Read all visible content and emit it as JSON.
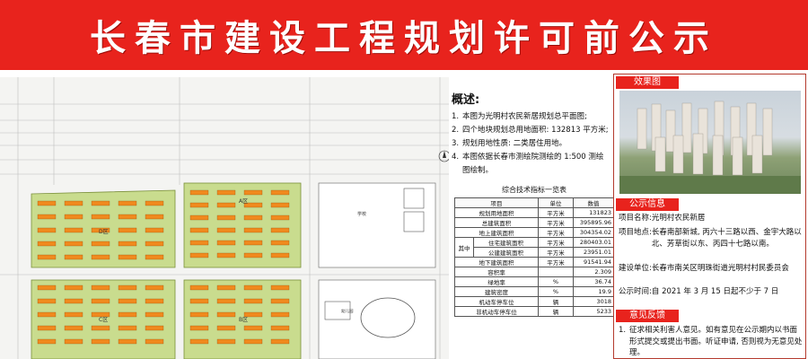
{
  "header": {
    "title": "长春市建设工程规划许可前公示"
  },
  "plan": {
    "labels": {
      "a1": "A区",
      "b1": "B区",
      "c1": "C区",
      "d1": "D区",
      "school": "学校",
      "kindergarten": "幼儿园"
    }
  },
  "overview": {
    "title": "概述:",
    "items": [
      {
        "num": "1.",
        "text": "本图为光明村农民新居规划总平面图;"
      },
      {
        "num": "2.",
        "text": "四个地块规划总用地面积: 132813 平方米;"
      },
      {
        "num": "3.",
        "text": "规划用地性质: 二类居住用地。"
      },
      {
        "num": "4.",
        "text": "本图依据长春市测绘院测绘的 1:500 测绘"
      }
    ],
    "item4_cont": "图绘制。"
  },
  "indicators": {
    "title": "综合技术指标一览表",
    "headers": [
      "项目",
      "单位",
      "数值"
    ],
    "rows": [
      {
        "name": "规划用地面积",
        "unit": "平方米",
        "value": "131823"
      },
      {
        "name": "总建筑面积",
        "unit": "平方米",
        "value": "395895.96"
      },
      {
        "name": "地上建筑面积",
        "unit": "平方米",
        "value": "304354.02"
      },
      {
        "group": "其中",
        "name": "住宅建筑面积",
        "unit": "平方米",
        "value": "280403.01"
      },
      {
        "name": "公建建筑面积",
        "unit": "平方米",
        "value": "23951.01"
      },
      {
        "name": "地下建筑面积",
        "unit": "平方米",
        "value": "91541.94"
      },
      {
        "name": "容积率",
        "unit": "",
        "value": "2.309"
      },
      {
        "name": "绿地率",
        "unit": "%",
        "value": "36.74"
      },
      {
        "name": "建筑密度",
        "unit": "%",
        "value": "19.9"
      },
      {
        "name": "机动车停车位",
        "unit": "辆",
        "value": "3018"
      },
      {
        "name": "非机动车停车位",
        "unit": "辆",
        "value": "5233"
      }
    ]
  },
  "panel": {
    "render_head": "效果图",
    "info_head": "公示信息",
    "info": [
      {
        "label": "项目名称:",
        "value": "光明村农民新居"
      },
      {
        "label": "项目地点:",
        "value": "长春南部新城, 丙六十三路以西、金宇大路以北、芳草街以东、丙四十七路以南。"
      },
      {
        "label": "建设单位:",
        "value": "长春市南关区明珠街道光明村村民委员会"
      },
      {
        "label": "公示时间:",
        "value": "自 2021 年 3 月 15 日起不少于 7 日"
      }
    ],
    "feedback_head": "意见反馈",
    "feedback": [
      {
        "num": "1.",
        "text": "征求相关利害人意见。如有意见在公示期内以书面形式提交或提出书面。听证申请, 否则视为无意见处理。"
      }
    ]
  },
  "colors": {
    "banner": "#e8231d",
    "green": "#c9dc8e",
    "building": "#f08a1e"
  }
}
